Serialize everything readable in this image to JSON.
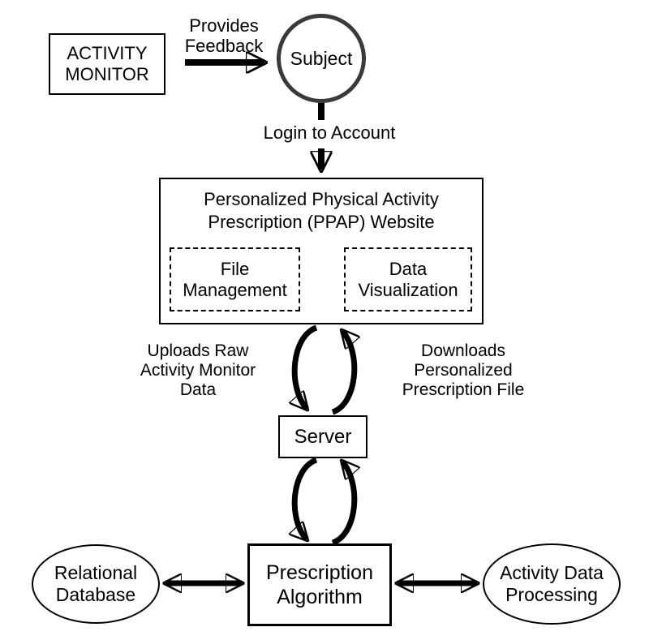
{
  "diagram": {
    "activity_monitor_label": "ACTIVITY\nMONITOR",
    "provides_feedback_label": "Provides\nFeedback",
    "subject_label": "Subject",
    "login_label": "Login to Account",
    "ppap_title": "Personalized Physical Activity\nPrescription (PPAP) Website",
    "file_management_label": "File\nManagement",
    "data_visualization_label": "Data\nVisualization",
    "uploads_label": "Uploads Raw\nActivity Monitor\nData",
    "downloads_label": "Downloads\nPersonalized\nPrescription File",
    "server_label": "Server",
    "prescription_algorithm_label": "Prescription\nAlgorithm",
    "relational_database_label": "Relational\nDatabase",
    "activity_data_processing_label": "Activity Data\nProcessing",
    "colors": {
      "line": "#000000",
      "subject_stroke": "#3a3a3a",
      "background": "#ffffff"
    }
  }
}
